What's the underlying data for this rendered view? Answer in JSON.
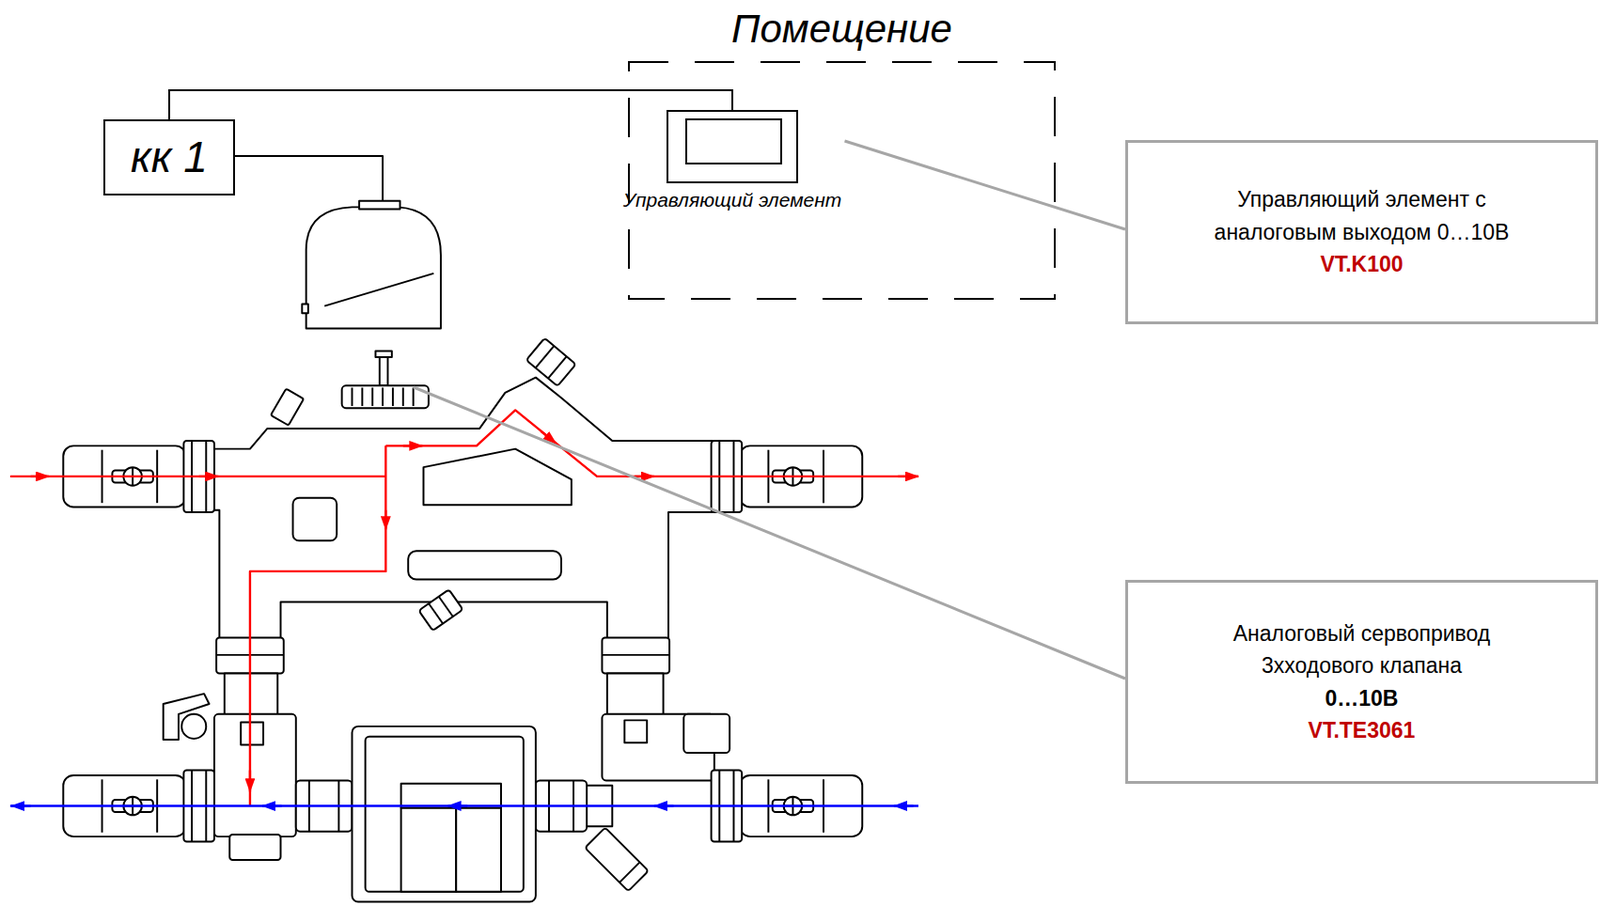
{
  "diagram": {
    "nodes": [
      {
        "text": [
          "Помещение"
        ]
      },
      {
        "text": [
          "Управляющий элемент"
        ],
        "in": 0
      },
      {
        "text": [
          "кк 1"
        ]
      },
      {
        "text": [
          "Управляющий элемент с аналоговым выходом 0…10В",
          "VT.K100"
        ]
      },
      {
        "text": [
          "Аналоговый сервопривод 3хходового клапана",
          "0…10В",
          "VT.TE3061"
        ]
      }
    ],
    "edges": [
      {
        "from": 2,
        "to": 1,
        "arrow": "none"
      },
      {
        "from": 3,
        "to": 1,
        "arrow": "none"
      }
    ]
  }
}
